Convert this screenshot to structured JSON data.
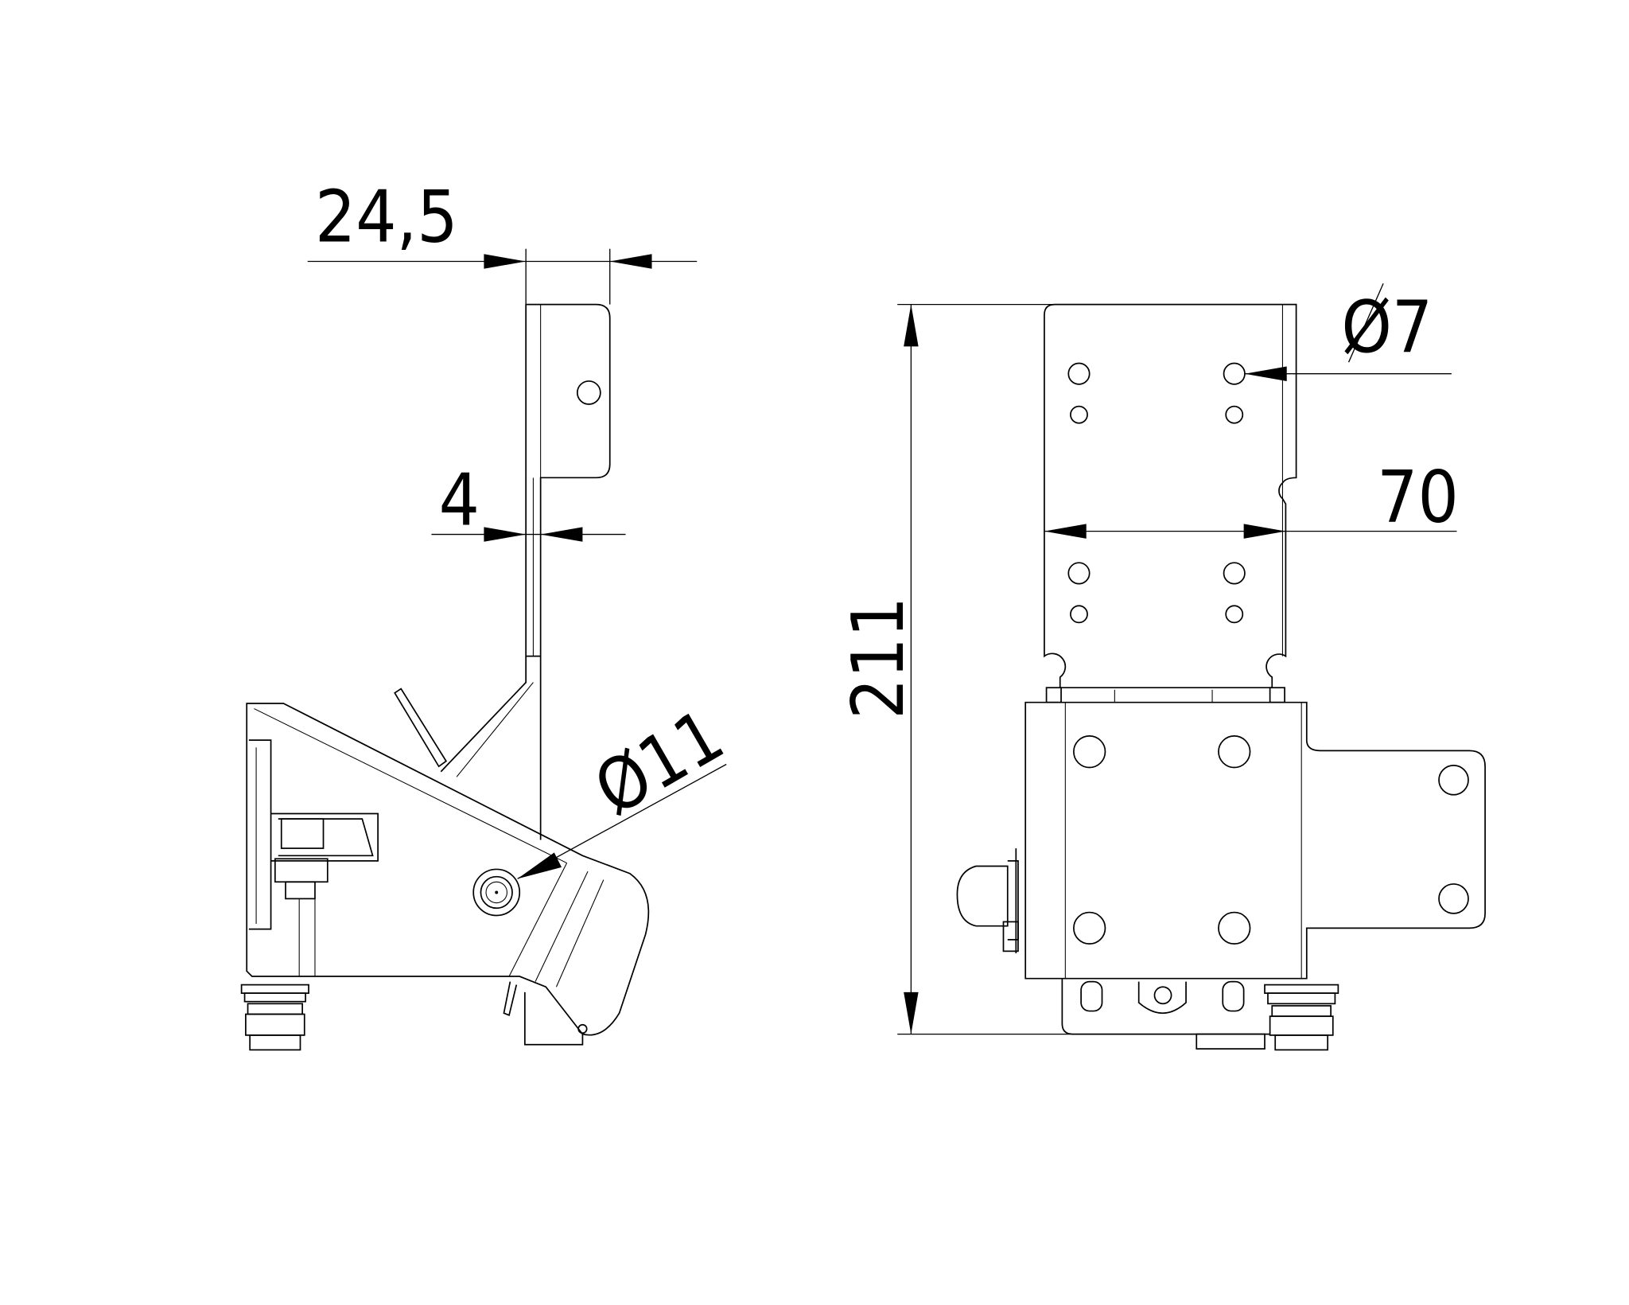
{
  "drawing": {
    "side_view": {
      "dim_width": "24,5",
      "dim_thickness": "4",
      "dim_pin_diameter": "Ø11"
    },
    "front_view": {
      "dim_height": "211",
      "dim_hole_diameter": "Ø7",
      "dim_hole_spacing": "70"
    }
  }
}
